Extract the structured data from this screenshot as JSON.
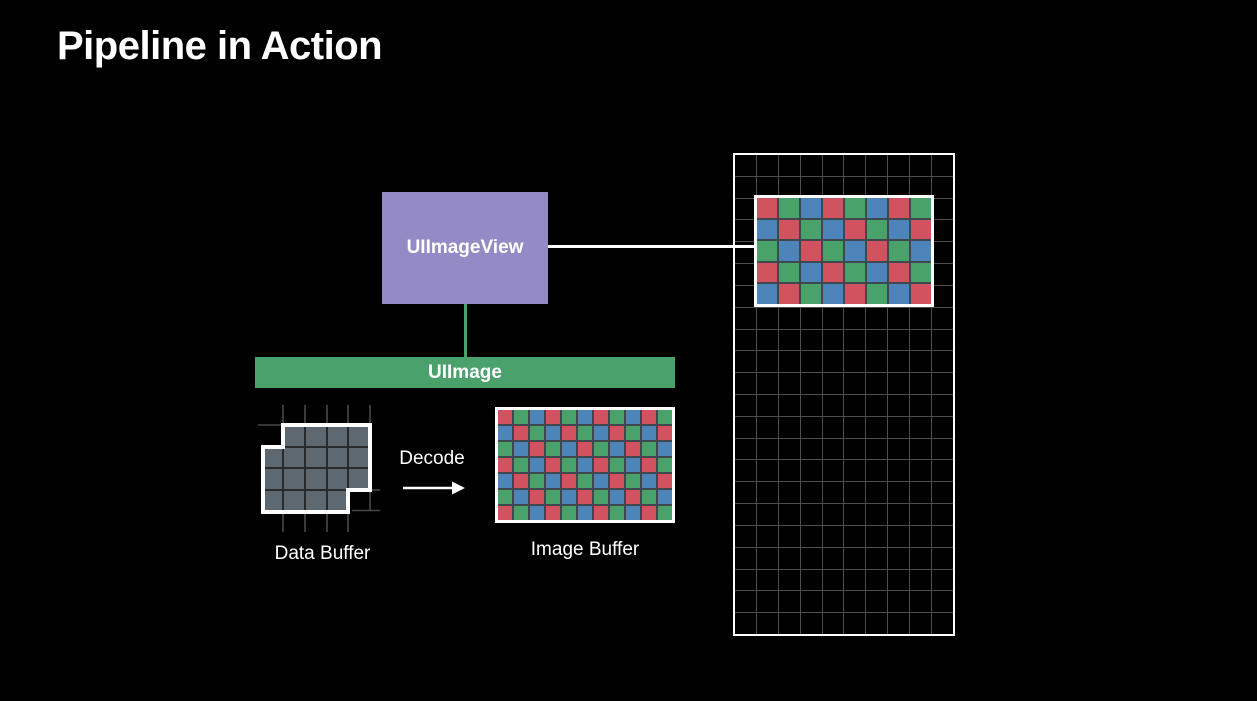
{
  "title": "Pipeline in Action",
  "palette": {
    "R": "#d25360",
    "G": "#48a269",
    "B": "#4d85ba"
  },
  "colors": {
    "purple": "#948bc6",
    "green": "#4aa16b",
    "slate": "#5d6870",
    "separator": "#3f474f",
    "grid_line": "#4b4d4f",
    "tick": "#46494c",
    "cell_edge": "#282b2e"
  },
  "nodes": {
    "uiimageview": {
      "label": "UIImageView"
    },
    "uiimage": {
      "label": "UIImage"
    }
  },
  "decode": {
    "label": "Decode"
  },
  "buffers": {
    "data_buffer": {
      "label": "Data Buffer",
      "cols": 5,
      "rows": 4,
      "filled": [
        "01111",
        "11111",
        "11111",
        "11110"
      ]
    },
    "image_buffer": {
      "label": "Image Buffer",
      "cols": 11,
      "rows": 7,
      "pixels": [
        "RGBRGBRGBRG",
        "BRGBRGBRGBR",
        "GBRGBRGBRGB",
        "RGBRGBRGBRG",
        "BRGBRGBRGBR",
        "GBRGBRGBRGB",
        "RGBRGBRGBRG"
      ]
    }
  },
  "render_view": {
    "grid": {
      "cols": 10,
      "rows": 22
    },
    "image": {
      "cols": 8,
      "rows": 5,
      "pixels": [
        "RGBRGBRG",
        "BRGBRGBR",
        "GBRGBRGB",
        "RGBRGBRG",
        "BRGBRGBR"
      ]
    }
  }
}
